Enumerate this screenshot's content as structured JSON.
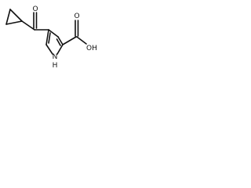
{
  "molecule": {
    "labels": {
      "ketone_oxygen": "O",
      "ring_nitrogen": "N",
      "ring_nh_hydrogen": "H",
      "acid_oxygen": "O",
      "acid_hydroxyl": "OH"
    }
  }
}
